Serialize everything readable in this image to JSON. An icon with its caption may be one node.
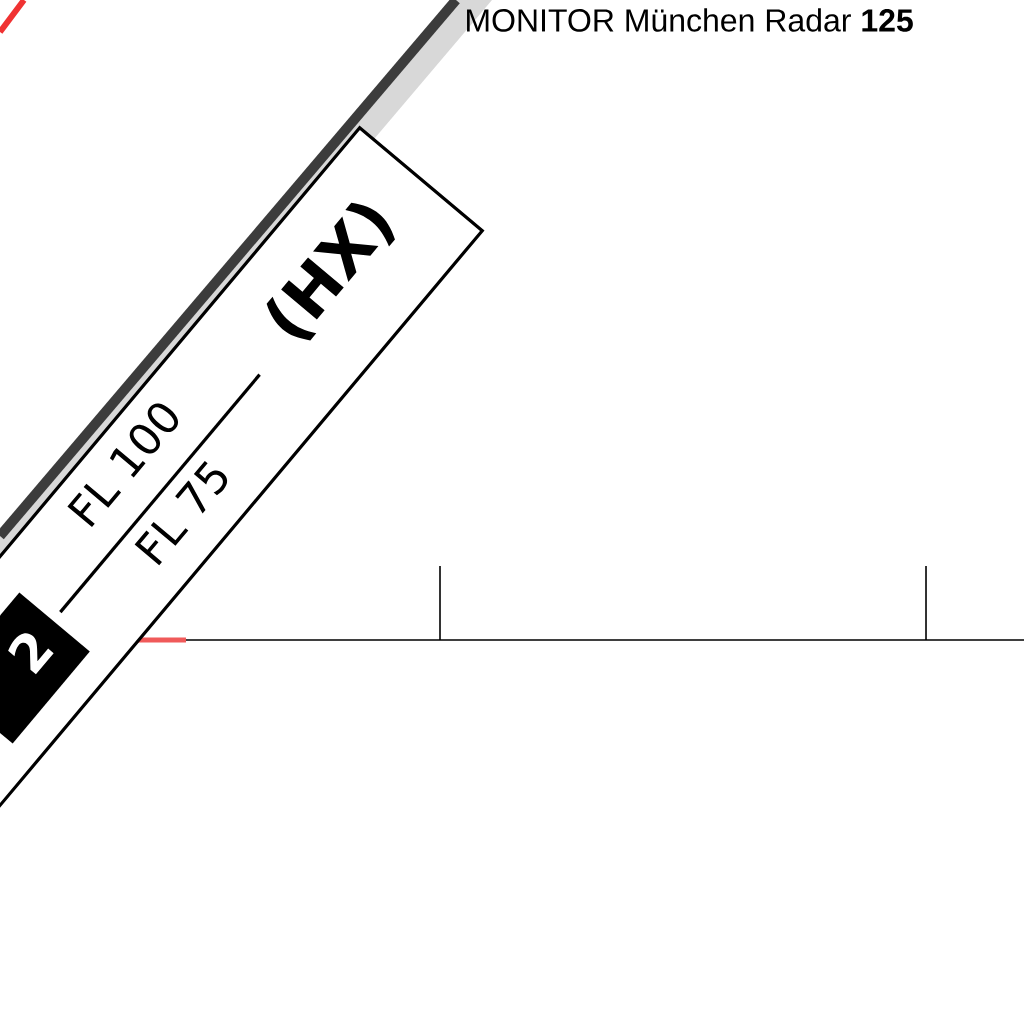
{
  "diagram": {
    "nodes": [
      {
        "text": [
          "FL 100",
          "FL 75",
          "(HX)"
        ]
      },
      {
        "text": [
          "2"
        ],
        "in": 0
      }
    ],
    "labels": [
      "MONITOR München Radar **125**"
    ]
  }
}
